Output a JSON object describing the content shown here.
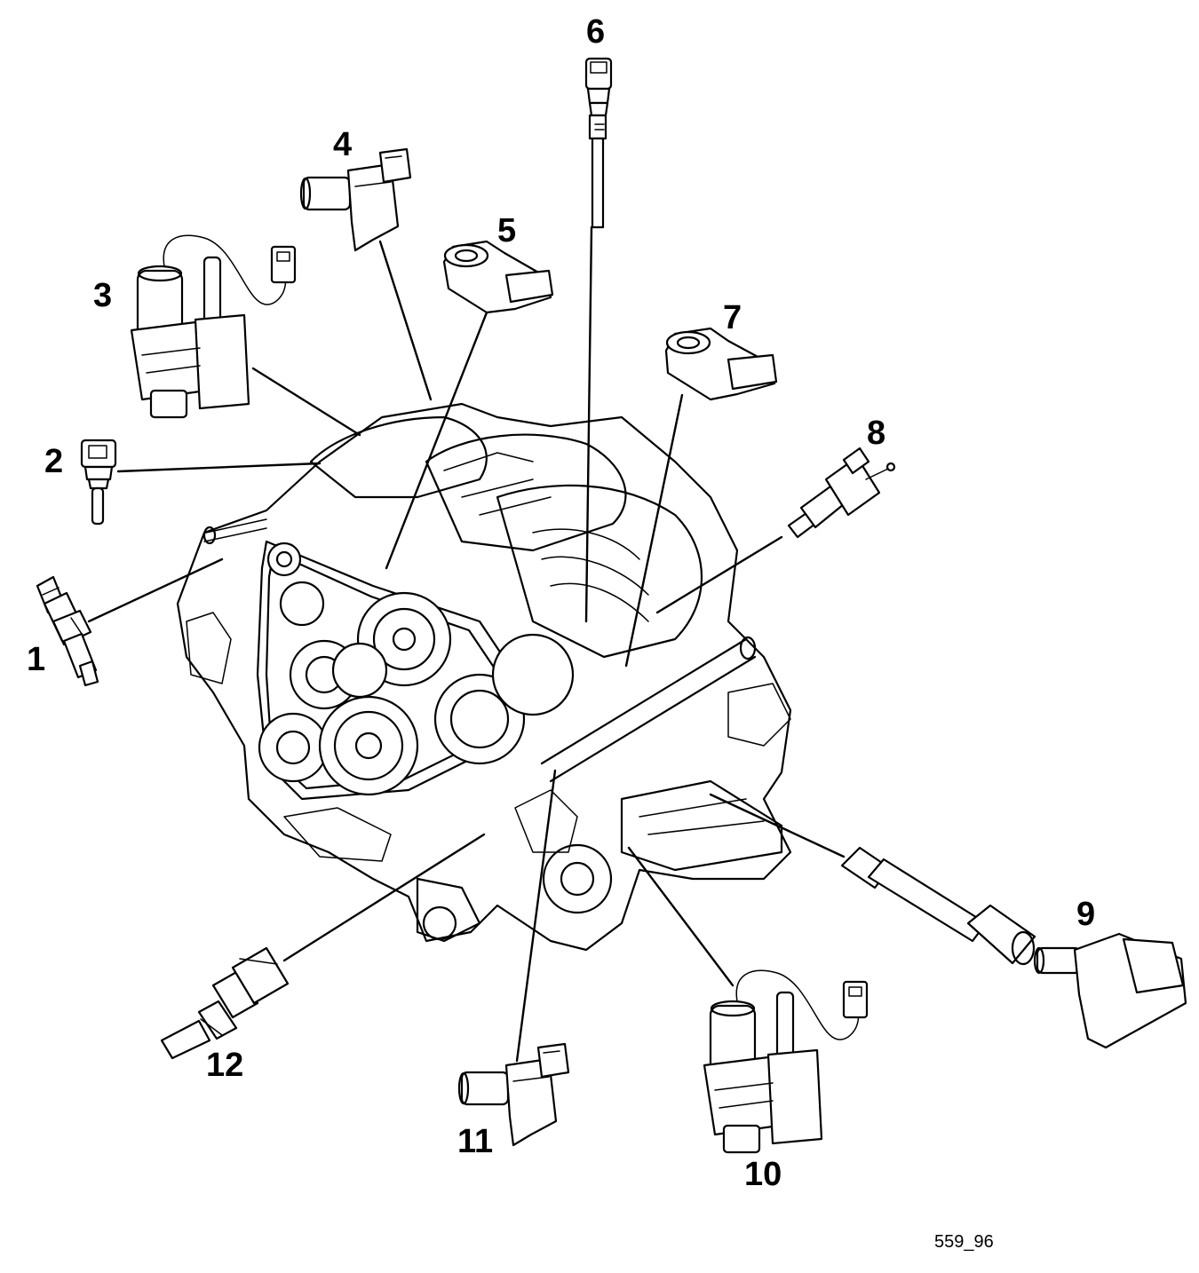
{
  "callouts": [
    {
      "id": 1,
      "label": "1"
    },
    {
      "id": 2,
      "label": "2"
    },
    {
      "id": 3,
      "label": "3"
    },
    {
      "id": 4,
      "label": "4"
    },
    {
      "id": 5,
      "label": "5"
    },
    {
      "id": 6,
      "label": "6"
    },
    {
      "id": 7,
      "label": "7"
    },
    {
      "id": 8,
      "label": "8"
    },
    {
      "id": 9,
      "label": "9"
    },
    {
      "id": 10,
      "label": "10"
    },
    {
      "id": 11,
      "label": "11"
    },
    {
      "id": 12,
      "label": "12"
    }
  ],
  "figure_ref": "559_96"
}
